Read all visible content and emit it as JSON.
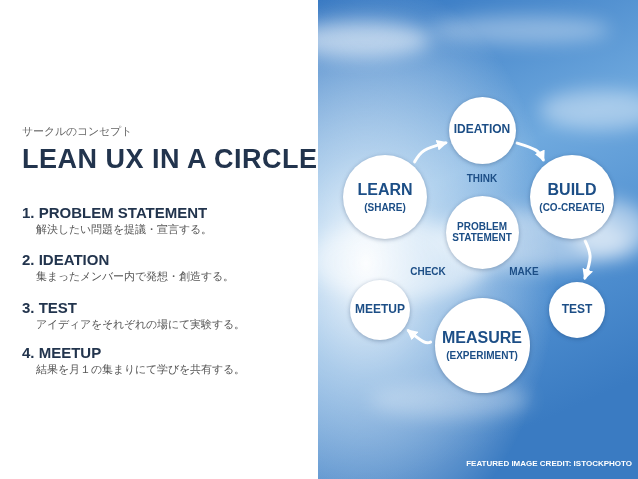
{
  "diagram": {
    "title": "LEAN UX IN A CIRCLE",
    "nodes": [
      {
        "text": [
          "IDEATION"
        ]
      },
      {
        "text": [
          "LEARN",
          "(SHARE)"
        ]
      },
      {
        "text": [
          "BUILD",
          "(CO-CREATE)"
        ]
      },
      {
        "text": [
          "PROBLEM STATEMENT"
        ]
      },
      {
        "text": [
          "MEETUP"
        ]
      },
      {
        "text": [
          "TEST"
        ]
      },
      {
        "text": [
          "MEASURE",
          "(EXPERIMENT)"
        ]
      }
    ],
    "edges": [
      {
        "from": 1,
        "to": 0,
        "arrow": "to"
      },
      {
        "from": 0,
        "to": 2,
        "arrow": "to"
      },
      {
        "from": 2,
        "to": 5,
        "arrow": "to"
      },
      {
        "from": 6,
        "to": 4,
        "arrow": "to"
      }
    ],
    "labels": [
      "サークルのコンセプト",
      "1. PROBLEM STATEMENT",
      "解決したい問題を提議・宣言する。",
      "2. IDEATION",
      "集まったメンバー内で発想・創造する。",
      "3. TEST",
      "アイディアをそれぞれの場にて実験する。",
      "4. MEETUP",
      "結果を月１の集まりにて学びを共有する。",
      "THINK",
      "CHECK",
      "MAKE",
      "FEATURED IMAGE CREDIT: ISTOCKPHOTO"
    ]
  }
}
